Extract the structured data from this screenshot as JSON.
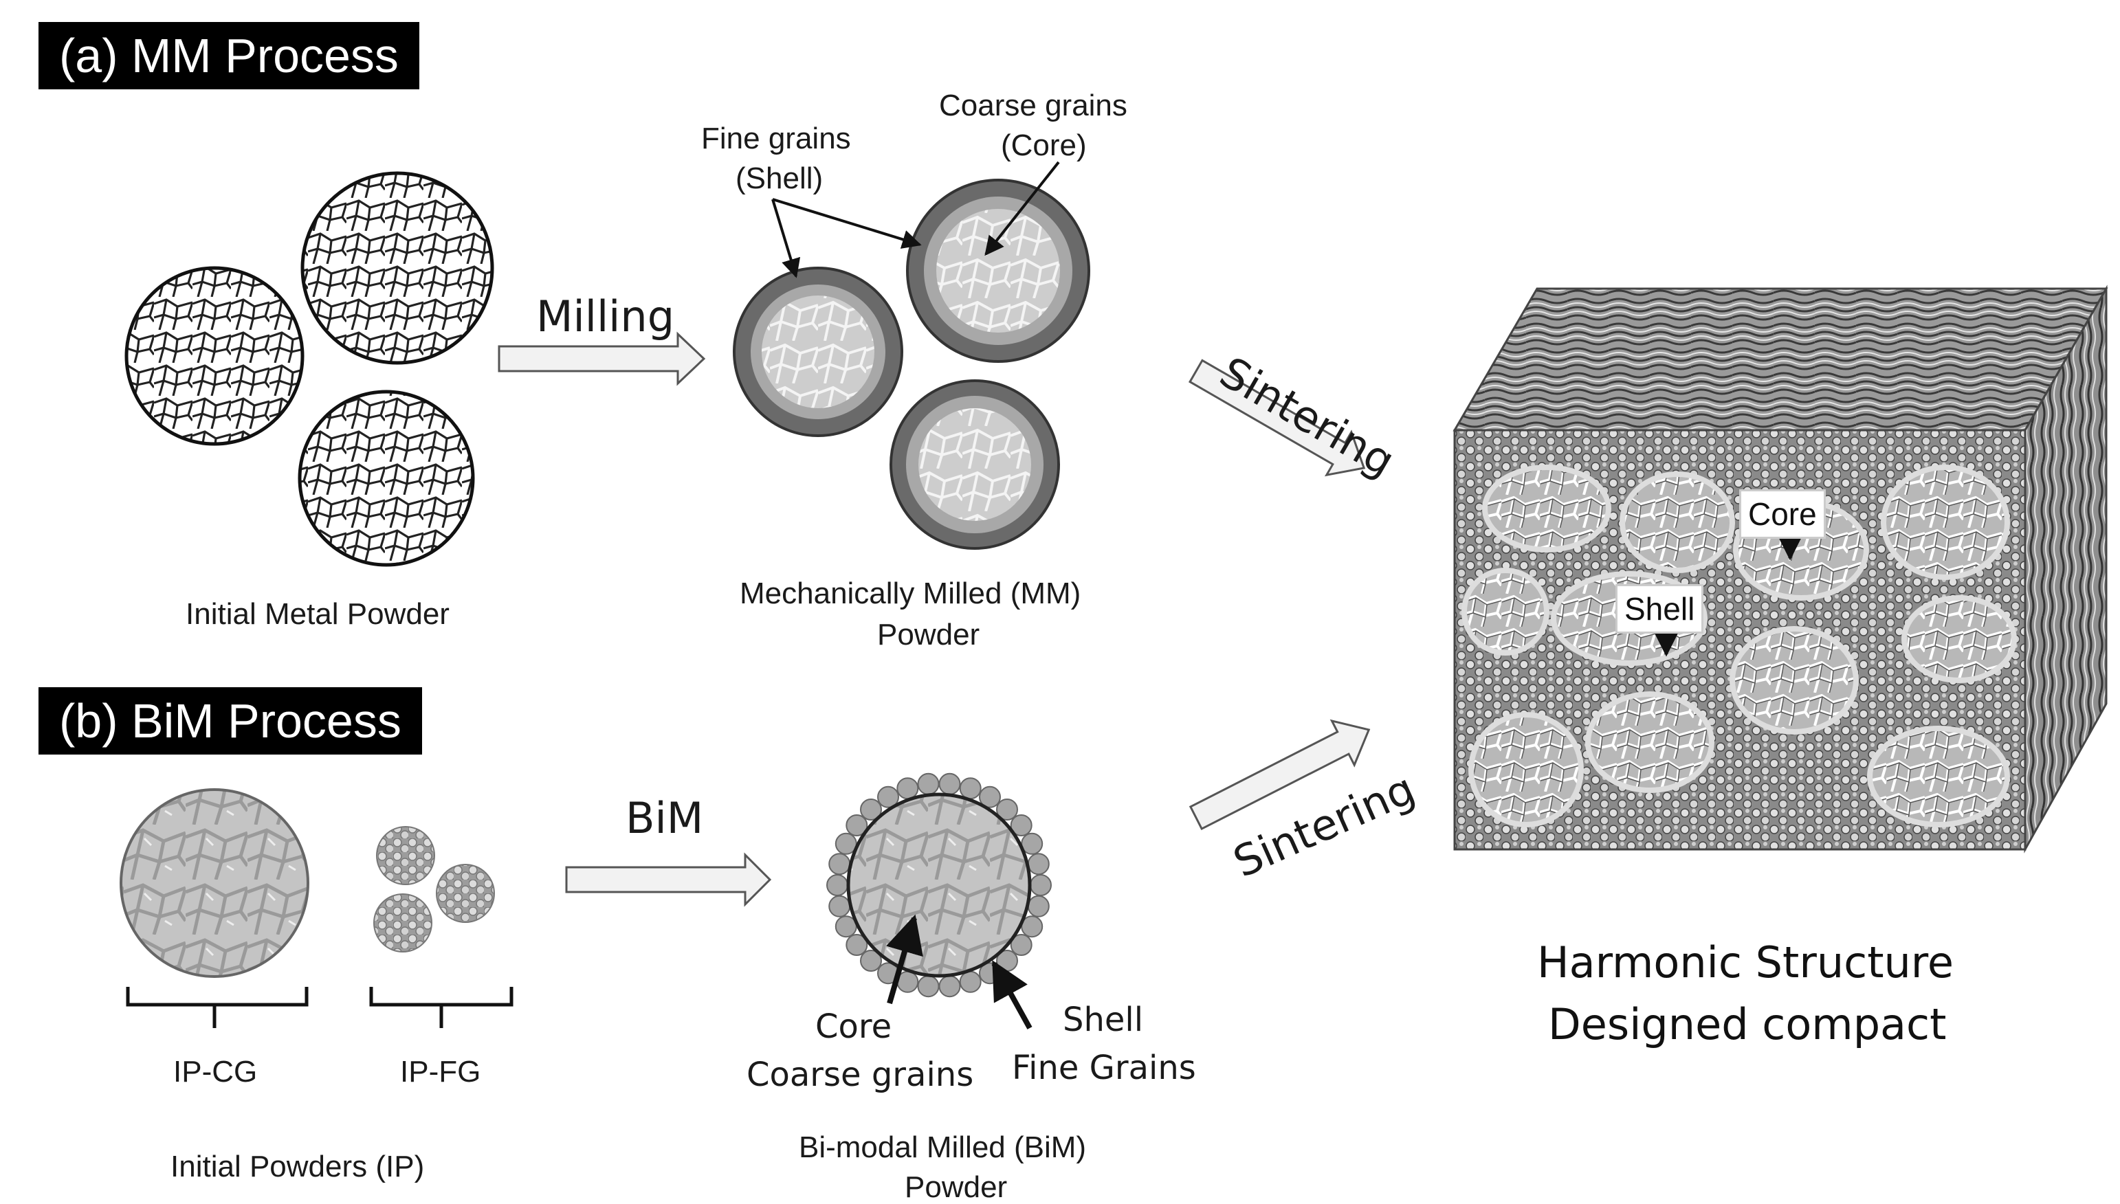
{
  "mm_process": {
    "badge": "(a) MM Process",
    "initial_powder_label": "Initial Metal Powder",
    "milling_label": "Milling",
    "fine_grains_label_1": "Fine grains",
    "fine_grains_label_2": "(Shell)",
    "coarse_grains_label_1": "Coarse grains",
    "coarse_grains_label_2": "(Core)",
    "mm_powder_label_1": "Mechanically Milled (MM)",
    "mm_powder_label_2": "Powder"
  },
  "bim_process": {
    "badge": "(b) BiM Process",
    "ip_cg_label": "IP-CG",
    "ip_fg_label": "IP-FG",
    "initial_powders_label": "Initial Powders (IP)",
    "bim_label": "BiM",
    "core_label_1": "Core",
    "core_label_2": "Coarse grains",
    "shell_label_1": "Shell",
    "shell_label_2": "Fine Grains",
    "bim_powder_label_1": "Bi-modal Milled (BiM)",
    "bim_powder_label_2": "Powder"
  },
  "sintering_top": "Sintering",
  "sintering_bottom": "Sintering",
  "compact": {
    "core_tag": "Core",
    "shell_tag": "Shell",
    "title_1": "Harmonic Structure",
    "title_2": "Designed compact"
  },
  "colors": {
    "badge_bg": "#000000",
    "shell_dark": "#6a6a6a",
    "core_light": "#cfcfcf",
    "arrow_fill": "#f2f2f2"
  }
}
